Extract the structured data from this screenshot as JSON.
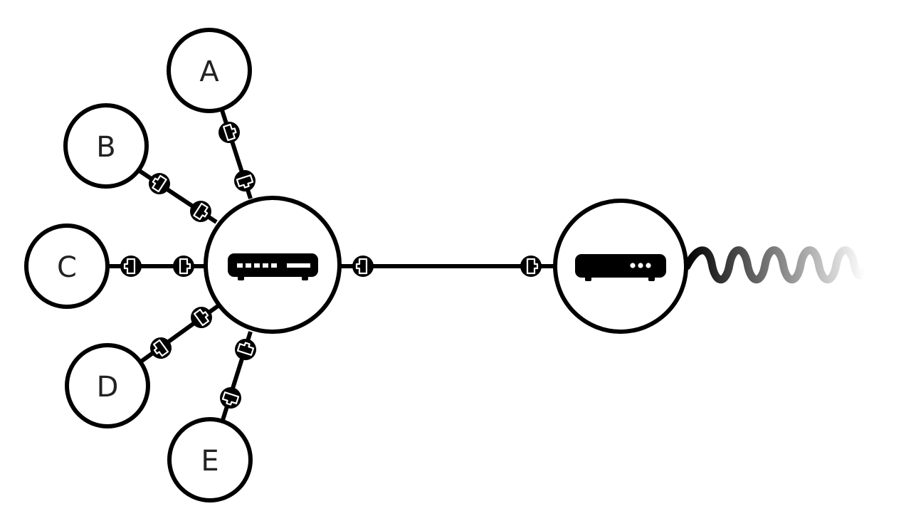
{
  "nodes": [
    {
      "id": "a",
      "label": "A"
    },
    {
      "id": "b",
      "label": "B"
    },
    {
      "id": "c",
      "label": "C"
    },
    {
      "id": "d",
      "label": "D"
    },
    {
      "id": "e",
      "label": "E"
    }
  ],
  "hub": {
    "icon": "network-switch-icon"
  },
  "modem": {
    "icon": "modem-icon"
  },
  "uplink": {
    "icon": "coiled-cable-icon"
  },
  "colors": {
    "stroke": "#000000",
    "background": "#ffffff",
    "text": "#222222"
  }
}
